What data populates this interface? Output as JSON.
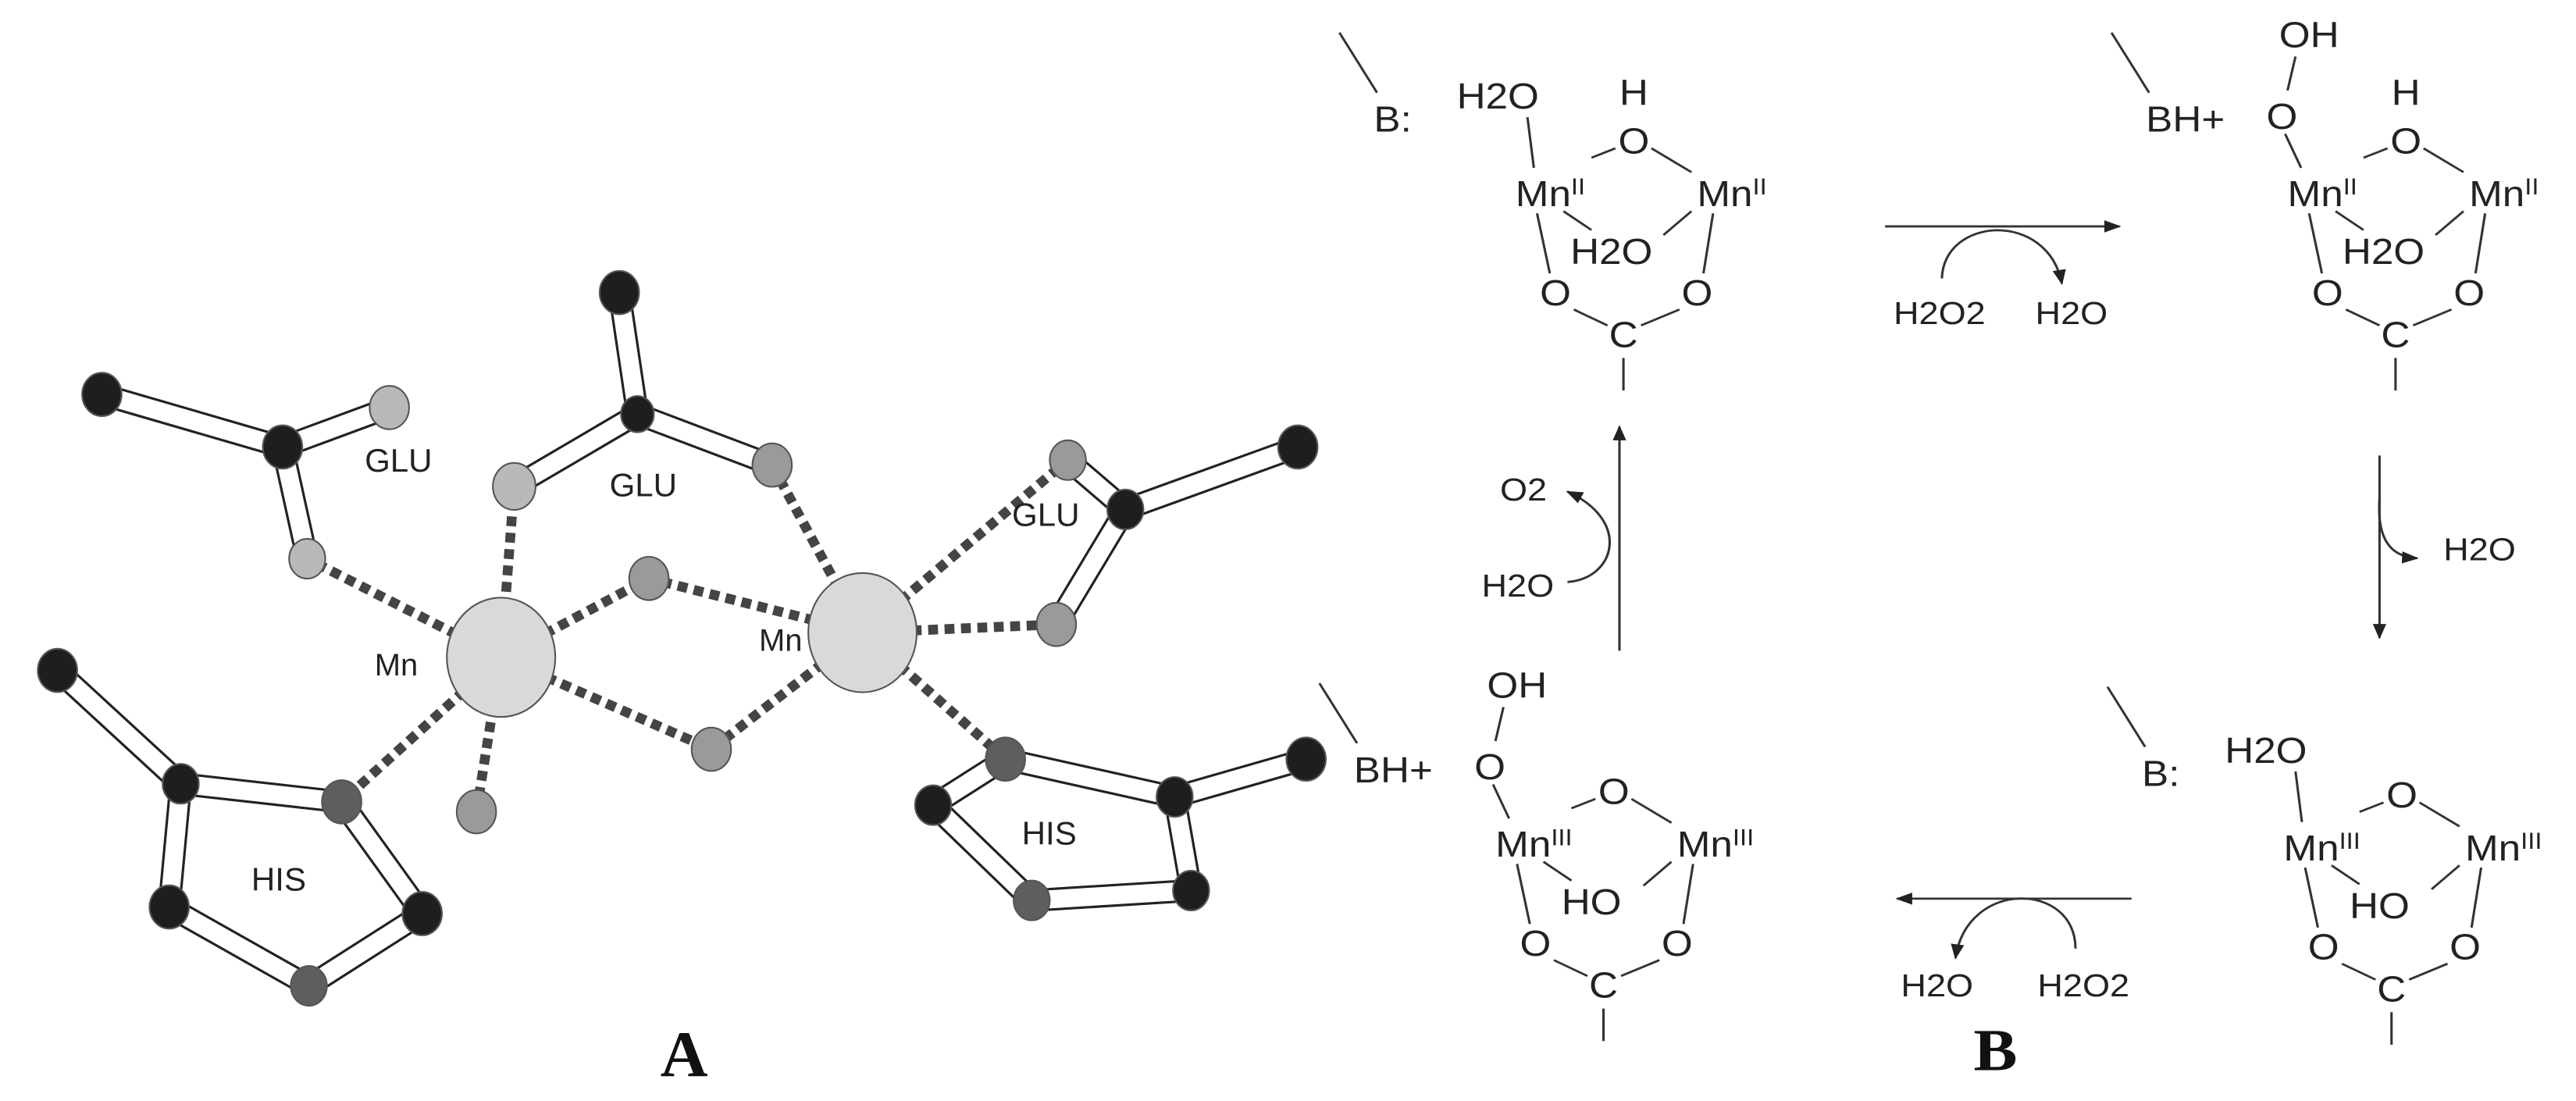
{
  "panel_a": {
    "label": "A",
    "metals": [
      "Mn",
      "Mn"
    ],
    "residues": [
      "GLU",
      "GLU",
      "GLU",
      "HIS",
      "HIS"
    ],
    "atom_colors": {
      "carbon": "#1e1e1e",
      "nitrogen": "#5e5e5e",
      "oxygen": "#9a9a9a",
      "oxygen_light": "#b9b9b9",
      "manganese": "#d9d9d9"
    }
  },
  "panel_b": {
    "label": "B",
    "complexes": [
      {
        "base": "B:",
        "terminal": "H2O",
        "bridge_top": "O",
        "bridge_top_h": "H",
        "metal": "Mn",
        "ox_left": "II",
        "ox_right": "II",
        "bridge_bottom": "H2O",
        "carboxylate_o": "O",
        "carboxylate_c": "C"
      },
      {
        "base": "BH+",
        "terminal_o": "O",
        "terminal_oh": "OH",
        "bridge_top": "O",
        "bridge_top_h": "H",
        "metal": "Mn",
        "ox_left": "II",
        "ox_right": "II",
        "bridge_bottom": "H2O",
        "carboxylate_o": "O",
        "carboxylate_c": "C"
      },
      {
        "base": "BH+",
        "terminal_o": "O",
        "terminal_oh": "OH",
        "bridge_top": "O",
        "metal": "Mn",
        "ox_left": "III",
        "ox_right": "III",
        "bridge_bottom": "HO",
        "carboxylate_o": "O",
        "carboxylate_c": "C"
      },
      {
        "base": "B:",
        "terminal": "H2O",
        "bridge_top": "O",
        "metal": "Mn",
        "ox_left": "III",
        "ox_right": "III",
        "bridge_bottom": "HO",
        "carboxylate_o": "O",
        "carboxylate_c": "C"
      }
    ],
    "steps": {
      "top": {
        "in": "H2O2",
        "out": "H2O"
      },
      "right": {
        "out": "H2O"
      },
      "bottom": {
        "in": "H2O2",
        "out": "H2O"
      },
      "left": {
        "in": "H2O",
        "out": "O2"
      }
    }
  }
}
